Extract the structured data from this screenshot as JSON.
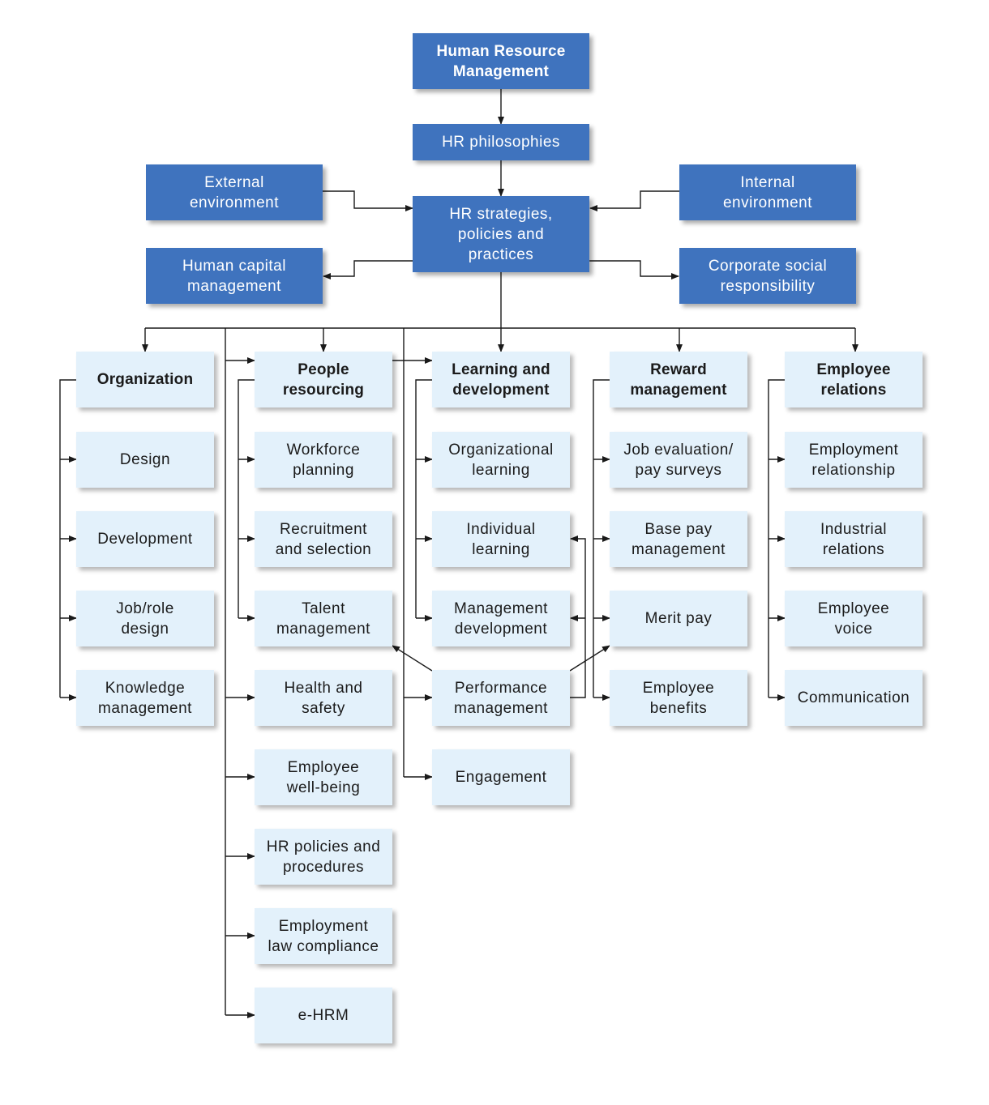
{
  "top": {
    "hrm": "Human Resource\nManagement",
    "philosophies": "HR philosophies",
    "strategies": "HR strategies,\npolicies and\npractices",
    "external_env": "External\nenvironment",
    "internal_env": "Internal\nenvironment",
    "human_capital": "Human capital\nmanagement",
    "csr": "Corporate social\nresponsibility"
  },
  "columns": {
    "organization": {
      "title": "Organization",
      "items": [
        "Design",
        "Development",
        "Job/role\ndesign",
        "Knowledge\nmanagement"
      ]
    },
    "people_resourcing": {
      "title": "People\nresourcing",
      "items": [
        "Workforce\nplanning",
        "Recruitment\nand selection",
        "Talent\nmanagement",
        "Health and\nsafety",
        "Employee\nwell-being",
        "HR policies and\nprocedures",
        "Employment\nlaw compliance",
        "e-HRM"
      ]
    },
    "learning": {
      "title": "Learning and\ndevelopment",
      "items": [
        "Organizational\nlearning",
        "Individual\nlearning",
        "Management\ndevelopment",
        "Performance\nmanagement",
        "Engagement"
      ]
    },
    "reward": {
      "title": "Reward\nmanagement",
      "items": [
        "Job evaluation/\npay surveys",
        "Base pay\nmanagement",
        "Merit pay",
        "Employee\nbenefits"
      ]
    },
    "employee_relations": {
      "title": "Employee\nrelations",
      "items": [
        "Employment\nrelationship",
        "Industrial\nrelations",
        "Employee\nvoice",
        "Communication"
      ]
    }
  },
  "colors": {
    "dark_box": "#3f73be",
    "light_box": "#e3f1fb",
    "line": "#1a1a1a"
  }
}
